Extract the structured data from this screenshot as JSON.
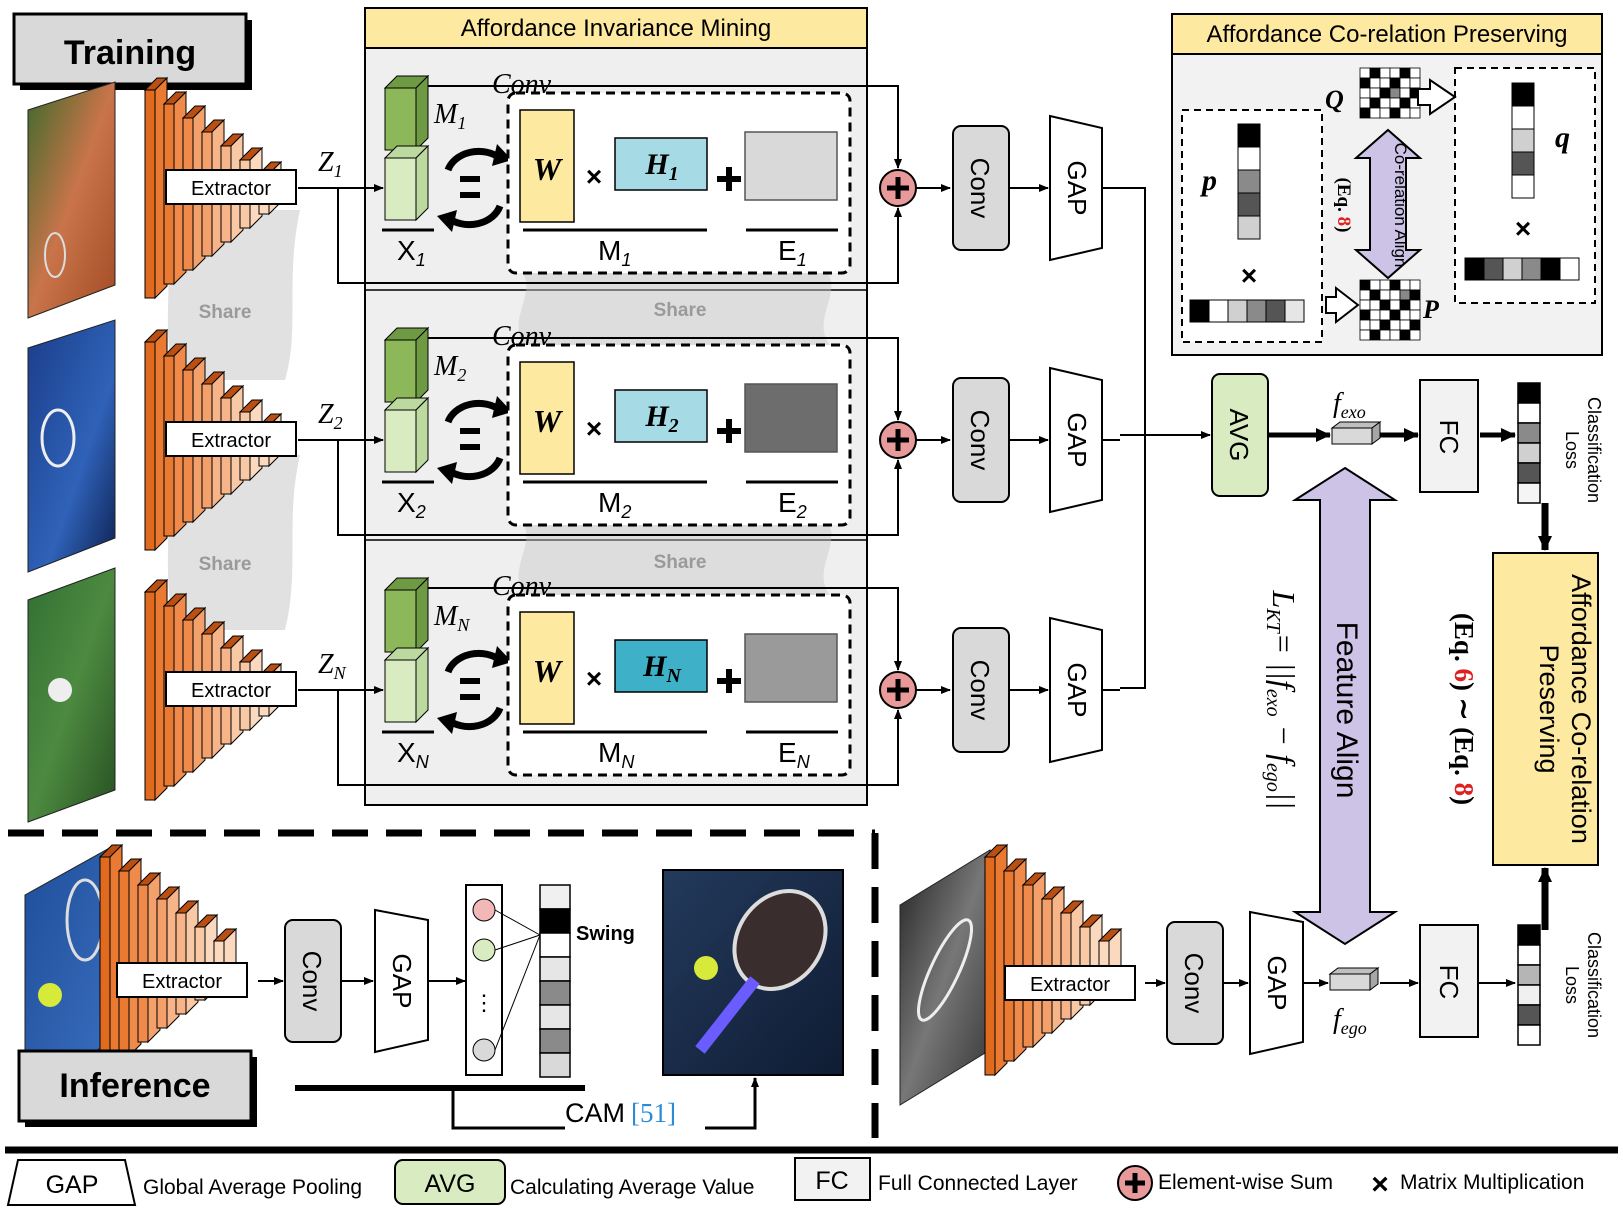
{
  "headings": {
    "training": "Training",
    "inference": "Inference",
    "aim": "Affordance Invariance Mining",
    "acp": "Affordance Co-relation Preserving",
    "share": "Share"
  },
  "blocks": {
    "extractor": "Extractor",
    "conv": "Conv",
    "gap": "GAP",
    "avg": "AVG",
    "fc": "FC",
    "conv_italic": "Conv"
  },
  "rows": [
    {
      "z": "Z",
      "z_sub": "1",
      "m": "M",
      "m_sub": "1",
      "x": "X",
      "x_sub": "1",
      "w": "W",
      "h": "H",
      "h_sub": "1",
      "e": "E",
      "e_sub": "1",
      "e_color": "#d9d9d9",
      "h_color": "#a6dbe5"
    },
    {
      "z": "Z",
      "z_sub": "2",
      "m": "M",
      "m_sub": "2",
      "x": "X",
      "x_sub": "2",
      "w": "W",
      "h": "H",
      "h_sub": "2",
      "e": "E",
      "e_sub": "2",
      "e_color": "#6d6d6d",
      "h_color": "#a6dbe5"
    },
    {
      "z": "Z",
      "z_sub": "N",
      "m": "M",
      "m_sub": "N",
      "x": "X",
      "x_sub": "N",
      "w": "W",
      "h": "H",
      "h_sub": "N",
      "e": "E",
      "e_sub": "N",
      "e_color": "#9a9a9a",
      "h_color": "#3eb1c8"
    }
  ],
  "features": {
    "f_exo": "f",
    "f_exo_sub": "exo",
    "f_ego": "f",
    "f_ego_sub": "ego"
  },
  "acp_panel": {
    "p": "p",
    "q": "q",
    "P": "P",
    "Q": "Q",
    "align_text": "Co-relation Align",
    "eq_prefix": "(Eq. ",
    "eq_num": "8",
    "eq_suffix": ")"
  },
  "loss": {
    "classification": "Classification",
    "loss": "Loss",
    "feature_align": "Feature Align",
    "lkt": "L",
    "lkt_sub": "KT",
    "lkt_rhs": "= ||f",
    "lkt_exo": "exo",
    "lkt_mid": " − f",
    "lkt_ego": "ego",
    "lkt_end": "||"
  },
  "acp_box": {
    "line1": "Affordance Co-relation",
    "line2": "Preserving",
    "eq_a": "(Eq. ",
    "eq_a_num": "6",
    "eq_mid": ") ∼ (Eq. ",
    "eq_b_num": "8",
    "eq_end": ")"
  },
  "inference": {
    "swing": "Swing",
    "cam": "CAM",
    "cam_ref": "[51]",
    "ellipsis": "⋮"
  },
  "legend": {
    "gap": "GAP",
    "gap_desc": "Global Average Pooling",
    "avg": "AVG",
    "avg_desc": "Calculating Average Value",
    "fc": "FC",
    "fc_desc": "Full Connected Layer",
    "sum_desc": "Element-wise Sum",
    "mult_desc": "Matrix Multiplication",
    "mult_symbol": "×"
  },
  "colors": {
    "orange_dark": "#e06a1e",
    "orange_mid": "#f08a4b",
    "orange_light": "#f9c9a6",
    "green_dark": "#8cb85a",
    "green_light": "#d9ecc1",
    "yellow": "#fde9a0",
    "cyan": "#a6dbe5",
    "cyan_dark": "#3eb1c8",
    "gray_panel": "#efefef",
    "lavender": "#cdc3e6",
    "sum_pink": "#e89a9a",
    "eq_red": "#e02020",
    "cite_blue": "#2a8bd8"
  }
}
